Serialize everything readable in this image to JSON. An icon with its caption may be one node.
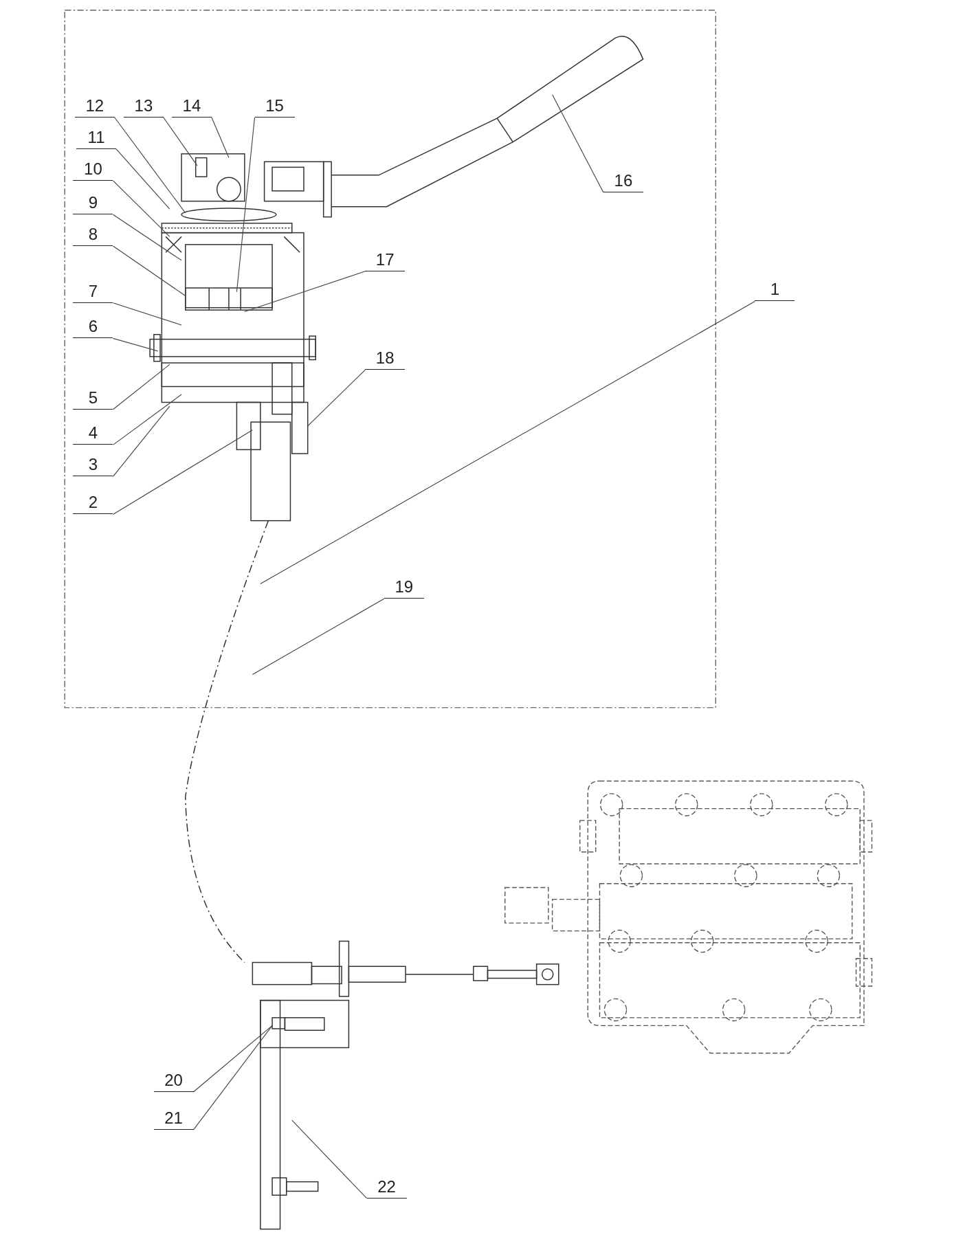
{
  "diagram": {
    "nodes": [
      {
        "text": [
          "12"
        ]
      },
      {
        "text": [
          "13"
        ]
      },
      {
        "text": [
          "14"
        ]
      },
      {
        "text": [
          "15"
        ]
      },
      {
        "text": [
          "11"
        ]
      },
      {
        "text": [
          "16"
        ]
      },
      {
        "text": [
          "10"
        ]
      },
      {
        "text": [
          "9"
        ]
      },
      {
        "text": [
          "8"
        ]
      },
      {
        "text": [
          "17"
        ]
      },
      {
        "text": [
          "1"
        ]
      },
      {
        "text": [
          "7"
        ]
      },
      {
        "text": [
          "6"
        ]
      },
      {
        "text": [
          "18"
        ]
      },
      {
        "text": [
          "5"
        ]
      },
      {
        "text": [
          "4"
        ]
      },
      {
        "text": [
          "3"
        ]
      },
      {
        "text": [
          "2"
        ]
      },
      {
        "text": [
          "19"
        ]
      },
      {
        "text": [
          "20"
        ]
      },
      {
        "text": [
          "21"
        ]
      },
      {
        "text": [
          "22"
        ]
      }
    ],
    "edges": [
      {
        "from": 0,
        "to": null,
        "arrow": "none"
      },
      {
        "from": 1,
        "to": null,
        "arrow": "none"
      },
      {
        "from": 2,
        "to": null,
        "arrow": "none"
      },
      {
        "from": 3,
        "to": null,
        "arrow": "none"
      },
      {
        "from": 4,
        "to": null,
        "arrow": "none"
      },
      {
        "from": 5,
        "to": null,
        "arrow": "none"
      },
      {
        "from": 6,
        "to": null,
        "arrow": "none"
      },
      {
        "from": 7,
        "to": null,
        "arrow": "none"
      },
      {
        "from": 8,
        "to": null,
        "arrow": "none"
      },
      {
        "from": 9,
        "to": null,
        "arrow": "none"
      },
      {
        "from": 10,
        "to": null,
        "arrow": "none"
      },
      {
        "from": 11,
        "to": null,
        "arrow": "none"
      },
      {
        "from": 12,
        "to": null,
        "arrow": "none"
      },
      {
        "from": 13,
        "to": null,
        "arrow": "none"
      },
      {
        "from": 14,
        "to": null,
        "arrow": "none"
      },
      {
        "from": 15,
        "to": null,
        "arrow": "none"
      },
      {
        "from": 16,
        "to": null,
        "arrow": "none"
      },
      {
        "from": 17,
        "to": null,
        "arrow": "none"
      },
      {
        "from": 18,
        "to": null,
        "arrow": "none"
      },
      {
        "from": 19,
        "to": null,
        "arrow": "none"
      },
      {
        "from": 20,
        "to": null,
        "arrow": "none"
      },
      {
        "from": 21,
        "to": null,
        "arrow": "none"
      }
    ]
  }
}
